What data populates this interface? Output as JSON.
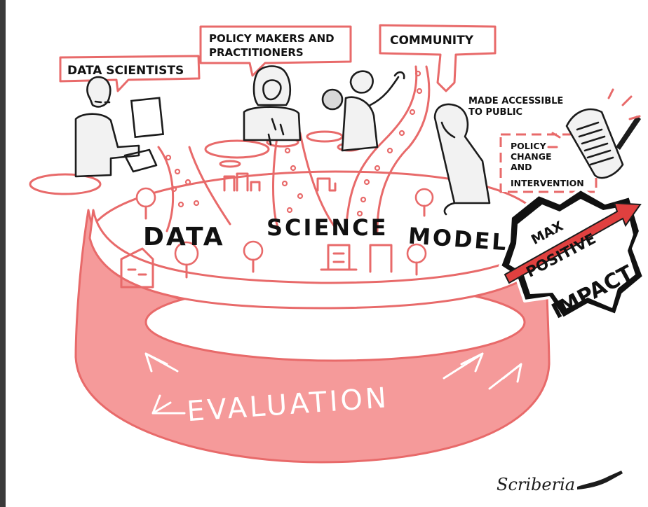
{
  "labels": {
    "data_scientists": "DATA SCIENTISTS",
    "policy_makers_line1": "POLICY MAKERS AND",
    "policy_makers_line2": "PRACTITIONERS",
    "community": "COMMUNITY",
    "made_accessible_line1": "MADE ACCESSIBLE",
    "made_accessible_line2": "TO PUBLIC",
    "policy_change_line1": "POLICY",
    "policy_change_line2": "CHANGE",
    "policy_change_line3": "AND",
    "policy_change_line4": "INTERVENTION",
    "data": "DATA",
    "science": "SCIENCE",
    "model": "MODEL",
    "max": "MAX",
    "positive": "POSITIVE",
    "impact": "IMPACT",
    "evaluation": "EVALUATION",
    "signature": "Scriberia"
  },
  "colors": {
    "accent_pink": "#e86a6a",
    "fill_pink": "#f59a9a",
    "arrow_red": "#e0403f",
    "ink": "#1c1c1c"
  },
  "icons": [
    "laptop-icon",
    "scroll-document-icon",
    "pen-icon",
    "tree-icon",
    "building-icon",
    "arrow-icon"
  ]
}
